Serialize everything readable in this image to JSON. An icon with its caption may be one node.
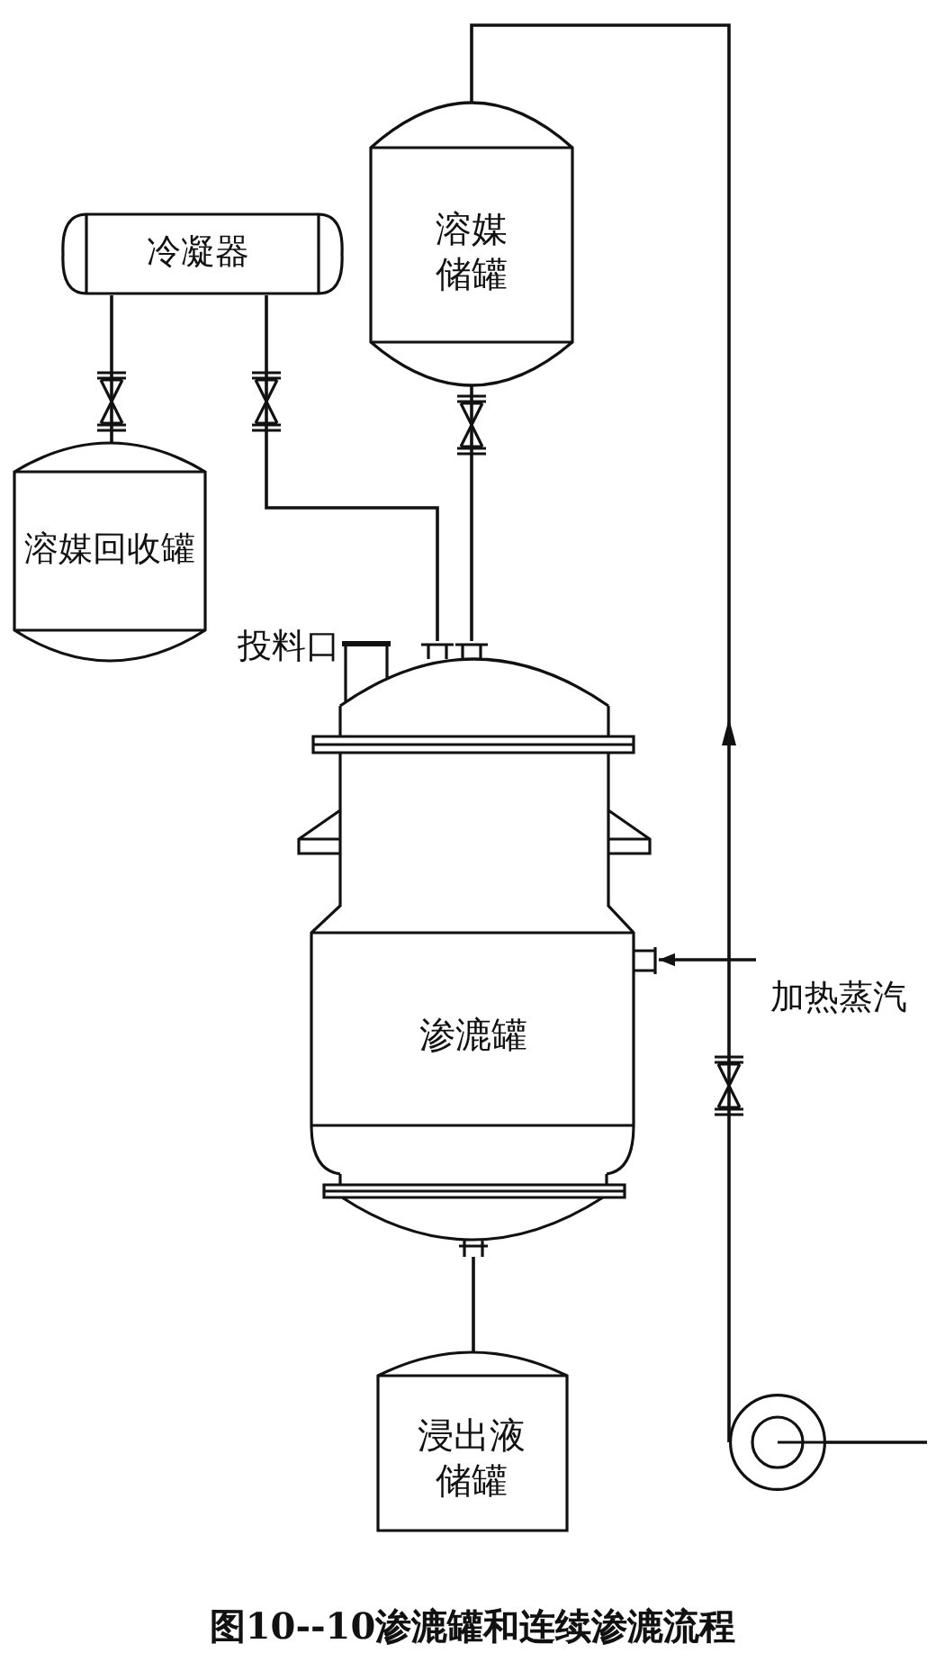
{
  "diagram": {
    "caption": "图10--10渗漉罐和连续渗漉流程",
    "nodes": [
      {
        "text": [
          "冷凝器"
        ]
      },
      {
        "text": [
          "溶媒储罐"
        ]
      },
      {
        "text": [
          "溶媒回收罐"
        ]
      },
      {
        "text": [
          "渗漉罐"
        ],
        "beside": [
          "投料口"
        ]
      },
      {
        "text": [
          "浸出液储罐"
        ]
      },
      {
        "text": [
          "加热蒸汽"
        ]
      },
      {
        "text": [],
        "shape": "circle"
      }
    ],
    "edges": [
      {
        "from": 0,
        "to": 2,
        "arrow": "none"
      },
      {
        "from": 0,
        "to": 3,
        "arrow": "none"
      },
      {
        "from": 1,
        "to": 3,
        "arrow": "none"
      },
      {
        "from": 6,
        "to": 1,
        "arrow": "to"
      },
      {
        "from": 5,
        "to": 3,
        "arrow": "to"
      },
      {
        "from": 3,
        "to": 4,
        "arrow": "none"
      },
      {
        "from": null,
        "to": 6,
        "arrow": "none"
      }
    ]
  }
}
